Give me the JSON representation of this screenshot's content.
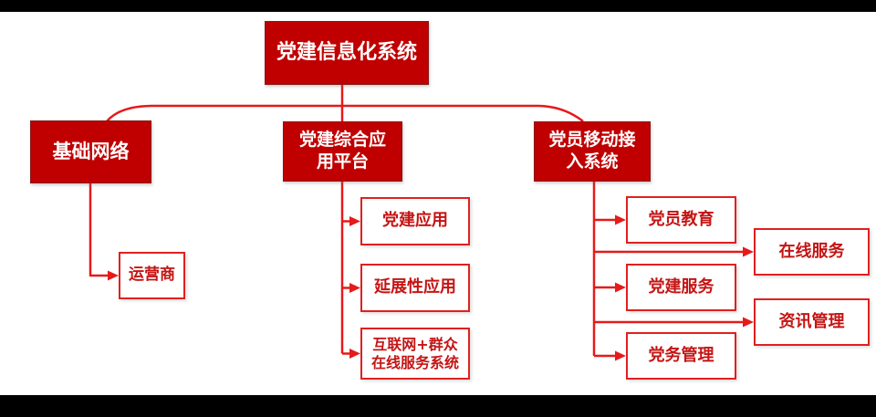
{
  "page": {
    "background": "#ffffff",
    "top_bar_color": "#000000",
    "bottom_bar_color": "#000000"
  },
  "colors": {
    "node_fill": "#C00000",
    "node_text": "#ffffff",
    "connector_line": "#E51A1A",
    "outline_border": "#E02020",
    "outline_text": "#C51414"
  },
  "diagram": {
    "type": "org-chart",
    "nodes": {
      "root": {
        "label": "党建信息化系统"
      },
      "basic_network": {
        "label": "基础网络"
      },
      "platform": {
        "label": "党建综合应\n用平台"
      },
      "mobile_access": {
        "label": "党员移动接\n入系统"
      },
      "operator": {
        "label": "运营商"
      },
      "party_app": {
        "label": "党建应用"
      },
      "extensible_app": {
        "label": "延展性应用"
      },
      "internet_service": {
        "label": "互联网+群众\n在线服务系统"
      },
      "member_education": {
        "label": "党员教育"
      },
      "party_service": {
        "label": "党建服务"
      },
      "party_admin": {
        "label": "党务管理"
      },
      "online_service": {
        "label": "在线服务"
      },
      "info_management": {
        "label": "资讯管理"
      }
    },
    "edges": [
      [
        "root",
        "basic_network"
      ],
      [
        "root",
        "platform"
      ],
      [
        "root",
        "mobile_access"
      ],
      [
        "basic_network",
        "operator"
      ],
      [
        "platform",
        "party_app"
      ],
      [
        "platform",
        "extensible_app"
      ],
      [
        "platform",
        "internet_service"
      ],
      [
        "mobile_access",
        "member_education"
      ],
      [
        "mobile_access",
        "online_service"
      ],
      [
        "mobile_access",
        "party_service"
      ],
      [
        "mobile_access",
        "info_management"
      ],
      [
        "mobile_access",
        "party_admin"
      ]
    ]
  }
}
